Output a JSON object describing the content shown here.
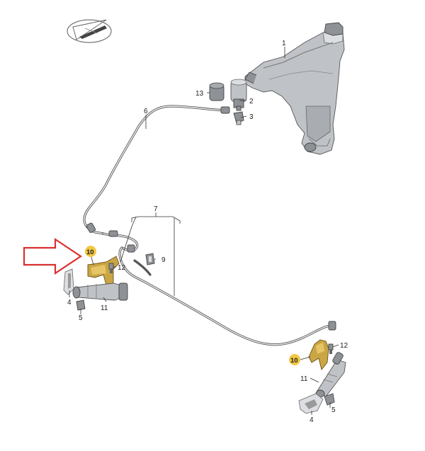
{
  "diagram": {
    "logo_icon": "vw-audi-parts-logo",
    "accent_color": "#f2c744",
    "arrow_color": "#d93030",
    "callouts": {
      "c1": "1",
      "c2": "2",
      "c3": "3",
      "c4a": "4",
      "c4b": "4",
      "c5a": "5",
      "c5b": "5",
      "c6": "6",
      "c7": "7",
      "c9": "9",
      "c10a": "10",
      "c10b": "10",
      "c11a": "11",
      "c11b": "11",
      "c12a": "12",
      "c12b": "12",
      "c13": "13"
    }
  }
}
